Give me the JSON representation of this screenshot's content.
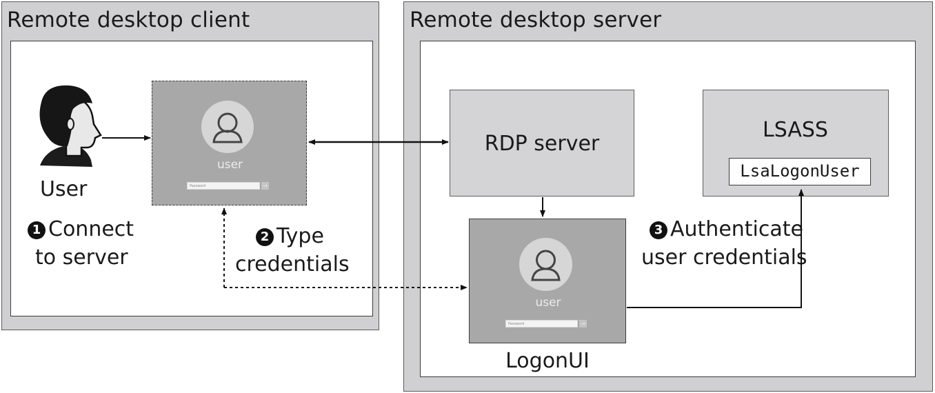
{
  "client": {
    "title": "Remote desktop client"
  },
  "server": {
    "title": "Remote desktop server"
  },
  "user_label": "User",
  "steps": [
    {
      "number": "1",
      "line1": "Connect",
      "line2": "to server"
    },
    {
      "number": "2",
      "line1": "Type",
      "line2": "credentials"
    },
    {
      "number": "3",
      "line1": "Authenticate",
      "line2": "user credentials"
    }
  ],
  "client_logon": {
    "user": "user",
    "password_placeholder": "Password",
    "submit": "→"
  },
  "rdp_server": {
    "label": "RDP server"
  },
  "lsass": {
    "label": "LSASS",
    "function": "LsaLogonUser"
  },
  "logonui": {
    "label": "LogonUI",
    "user": "user",
    "password_placeholder": "Password",
    "submit": "→"
  }
}
